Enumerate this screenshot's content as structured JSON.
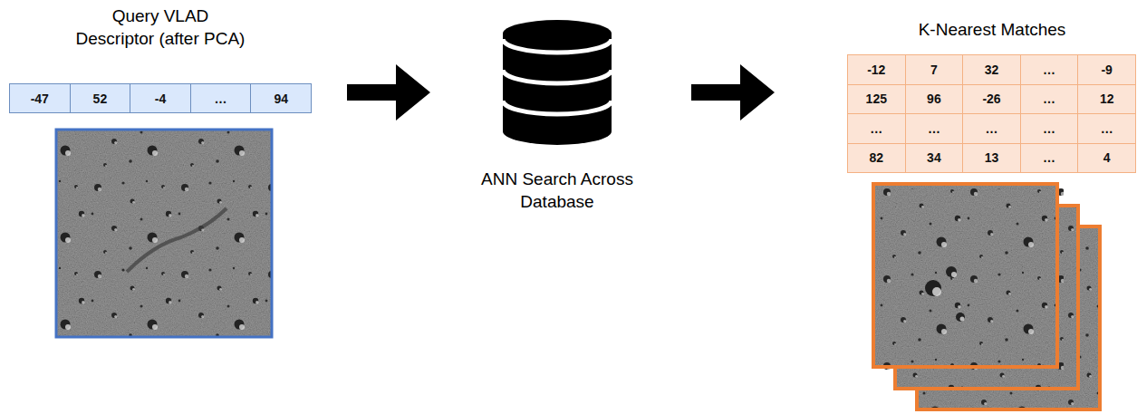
{
  "diagram": {
    "nodes": [
      {
        "text": [
          "Query VLAD Descriptor (after PCA)"
        ]
      },
      {
        "text": [
          "ANN Search Across Database"
        ]
      },
      {
        "text": [
          "K-Nearest Matches"
        ]
      }
    ],
    "edges": [
      {
        "from": 0,
        "to": 1,
        "arrow": "to"
      },
      {
        "from": 1,
        "to": 2,
        "arrow": "to"
      }
    ],
    "labels": [
      "-47",
      "52",
      "-4",
      "…",
      "94",
      "-12",
      "7",
      "32",
      "…",
      "-9",
      "125",
      "96",
      "-26",
      "…",
      "12",
      "…",
      "…",
      "…",
      "…",
      "…",
      "82",
      "34",
      "13",
      "…",
      "4"
    ]
  }
}
